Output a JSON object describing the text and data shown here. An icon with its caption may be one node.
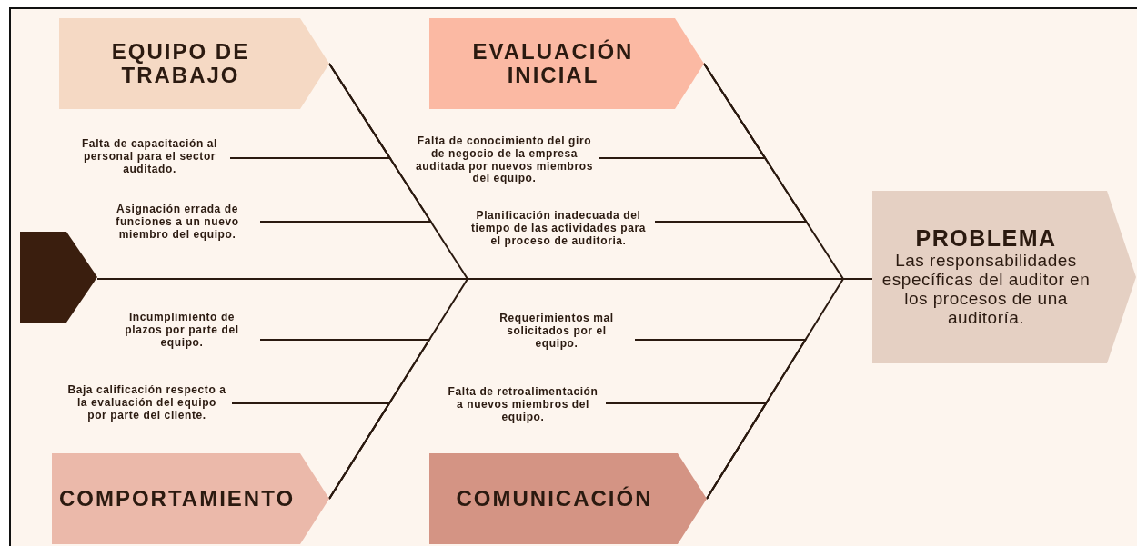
{
  "diagram": {
    "nodes": [
      {
        "text": [],
        "shape": "pentagon"
      },
      {
        "text": [
          "EQUIPO DE TRABAJO"
        ]
      },
      {
        "text": [
          "Falta de capacitación al personal para el sector auditado."
        ]
      },
      {
        "text": [
          "Asignación errada de funciones a un nuevo miembro del equipo."
        ]
      },
      {
        "text": [
          "COMPORTAMIENTO"
        ]
      },
      {
        "text": [
          "Incumplimiento de plazos por parte del equipo."
        ]
      },
      {
        "text": [
          "Baja calificación respecto a la evaluación del equipo por parte del cliente."
        ]
      },
      {
        "text": [
          "EVALUACIÓN INICIAL"
        ]
      },
      {
        "text": [
          "Falta de conocimiento del giro de negocio de la empresa auditada por nuevos miembros del equipo."
        ]
      },
      {
        "text": [
          "Planificación inadecuada del tiempo de las actividades para el proceso de auditoria."
        ]
      },
      {
        "text": [
          "COMUNICACIÓN"
        ]
      },
      {
        "text": [
          "Requerimientos mal solicitados por el equipo."
        ]
      },
      {
        "text": [
          "Falta de retroalimentación a nuevos miembros del equipo."
        ]
      },
      {
        "text": [
          "PROBLEMA",
          "Las responsabilidades específicas del auditor en los procesos de una auditoría."
        ]
      }
    ],
    "edges": [
      {
        "from": 0,
        "to": 13,
        "arrow": "none"
      },
      {
        "from": 1,
        "to": 13,
        "arrow": "none"
      },
      {
        "from": 2,
        "to": 1,
        "arrow": "none"
      },
      {
        "from": 3,
        "to": 1,
        "arrow": "none"
      },
      {
        "from": 4,
        "to": 13,
        "arrow": "none"
      },
      {
        "from": 5,
        "to": 4,
        "arrow": "none"
      },
      {
        "from": 6,
        "to": 4,
        "arrow": "none"
      },
      {
        "from": 7,
        "to": 13,
        "arrow": "none"
      },
      {
        "from": 8,
        "to": 7,
        "arrow": "none"
      },
      {
        "from": 9,
        "to": 7,
        "arrow": "none"
      },
      {
        "from": 10,
        "to": 13,
        "arrow": "none"
      },
      {
        "from": 11,
        "to": 10,
        "arrow": "none"
      },
      {
        "from": 12,
        "to": 10,
        "arrow": "none"
      }
    ]
  }
}
